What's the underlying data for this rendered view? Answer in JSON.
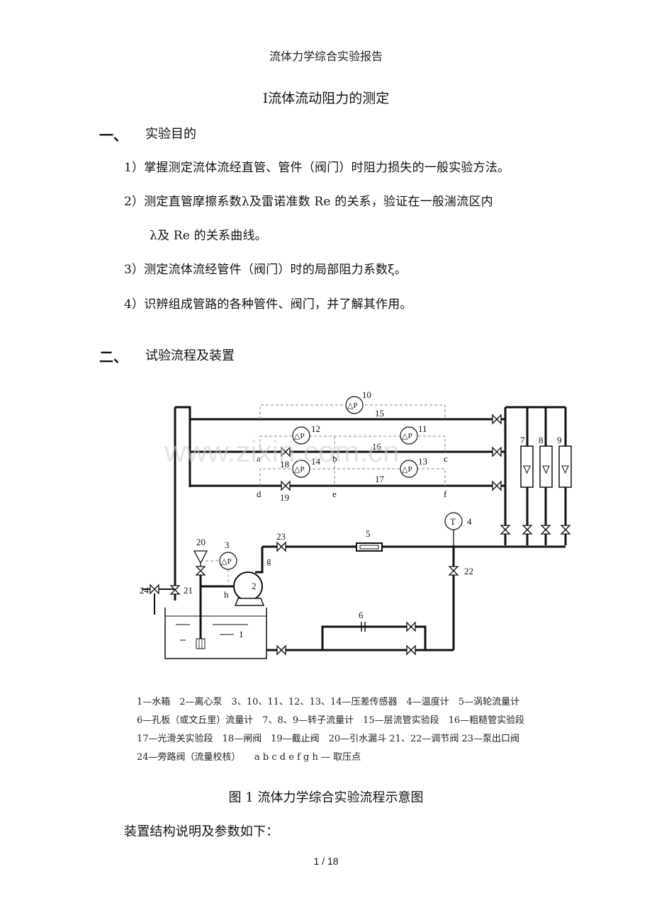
{
  "header": "流体力学综合实验报告",
  "title": "Ⅰ流体流动阻力的测定",
  "section1": {
    "num": "一、",
    "title": "实验目的",
    "items": [
      "1）掌握测定流体流经直管、管件（阀门）时阻力损失的一般实验方法。",
      "2）测定直管摩擦系数λ及雷诺准数 Re 的关系，验证在一般湍流区内",
      "λ及 Re 的关系曲线。",
      "3）测定流体流经管件（阀门）时的局部阻力系数ξ。",
      "4）识辨组成管路的各种管件、阀门，并了解其作用。"
    ]
  },
  "section2": {
    "num": "二、",
    "title": "试验流程及装置"
  },
  "diagram": {
    "watermark": "www.zixin.com.cn",
    "labels": {
      "n1": "1",
      "n2": "2",
      "n3": "3",
      "n4": "4",
      "n5": "5",
      "n6": "6",
      "n7": "7",
      "n8": "8",
      "n9": "9",
      "n10": "10",
      "n11": "11",
      "n12": "12",
      "n13": "13",
      "n14": "14",
      "n15": "15",
      "n16": "16",
      "n17": "17",
      "n18": "18",
      "n19": "19",
      "n20": "20",
      "n21": "21",
      "n22": "22",
      "n23": "23",
      "n24": "24",
      "a": "a",
      "b": "b",
      "c": "c",
      "d": "d",
      "e": "e",
      "f": "f",
      "g": "g",
      "h": "h",
      "dp": "△P",
      "t": "T"
    },
    "legend": [
      "1—水箱　2—离心泵　3、10、11、12、13、14—压差传感器　4—温度计　5—涡轮流量计",
      "6—孔板（或文丘里）流量计　7、8、9—转子流量计　15—层流管实验段　16—粗糙管实验段",
      "17—光滑关实验段　18—闸阀　19—截止阀　20—引水漏斗 21、22—调节阀 23—泵出口阀",
      "24—旁路阀（流量校核）　　a b c d e f g h — 取压点"
    ]
  },
  "caption": "图 1 流体力学综合实验流程示意图",
  "body_text": "装置结构说明及参数如下：",
  "footer": "1 / 18"
}
